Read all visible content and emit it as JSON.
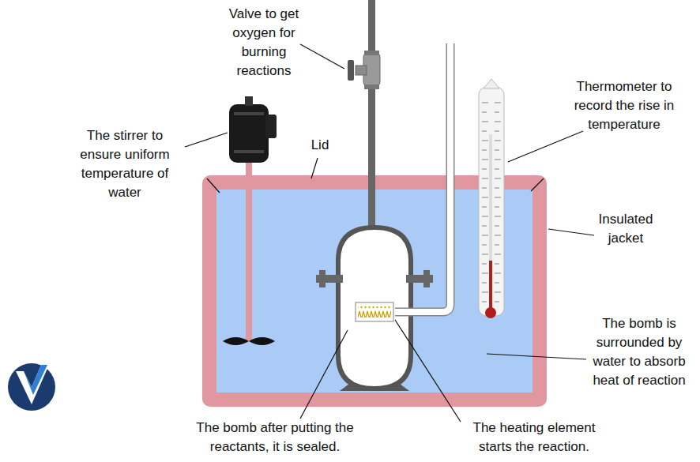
{
  "diagram": {
    "labels": [
      "Valve to get oxygen for burning reactions",
      "The stirrer to ensure uniform temperature of water",
      "Lid",
      "Thermometer to record the rise in temperature",
      "Insulated jacket",
      "The bomb is surrounded by water to absorb heat of reaction",
      "The bomb after putting the reactants, it is sealed.",
      "The heating element starts the reaction."
    ]
  }
}
